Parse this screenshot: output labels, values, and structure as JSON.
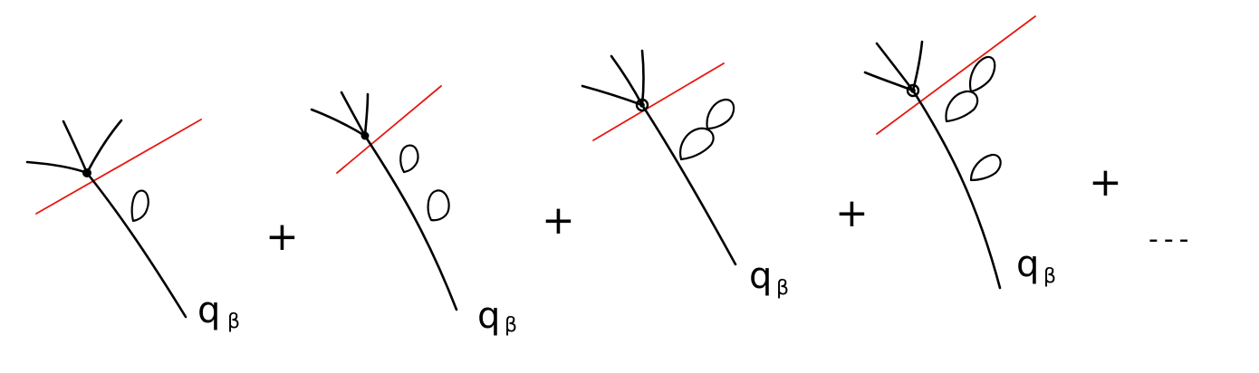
{
  "terms": [
    {
      "label_main": "q",
      "label_sub": "β",
      "ladder_loops": 1
    },
    {
      "label_main": "q",
      "label_sub": "β",
      "ladder_loops": 2
    },
    {
      "label_main": "q",
      "label_sub": "β",
      "ladder_loops": 2
    },
    {
      "label_main": "q",
      "label_sub": "β",
      "ladder_loops": 3
    }
  ],
  "operators": [
    "+",
    "+",
    "+",
    "+"
  ],
  "ellipsis": "---",
  "colors": {
    "ink": "#000000",
    "cut_line": "#e8170f",
    "background": "#ffffff"
  }
}
